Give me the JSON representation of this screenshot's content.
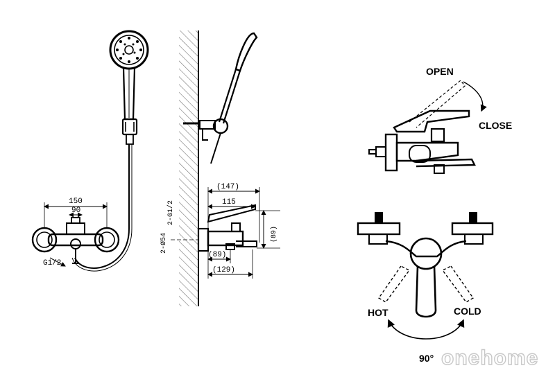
{
  "diagram": {
    "front_view": {
      "dim_width": "150",
      "dim_center": "90",
      "thread": "G1/2"
    },
    "side_view": {
      "dim_total": "(147)",
      "dim_body": "115",
      "dim_height": "(89)",
      "dim_spout_a": "(89)",
      "dim_spout_b": "(129)",
      "wall_a": "2-G1/2",
      "wall_b": "2-Ø54"
    },
    "operation": {
      "open": "OPEN",
      "close": "CLOSE",
      "hot": "HOT",
      "cold": "COLD",
      "angle": "90°"
    }
  },
  "watermark": "onehome",
  "colors": {
    "line": "#000000",
    "watermark_outline": "#c8c8c8",
    "background": "#ffffff"
  }
}
